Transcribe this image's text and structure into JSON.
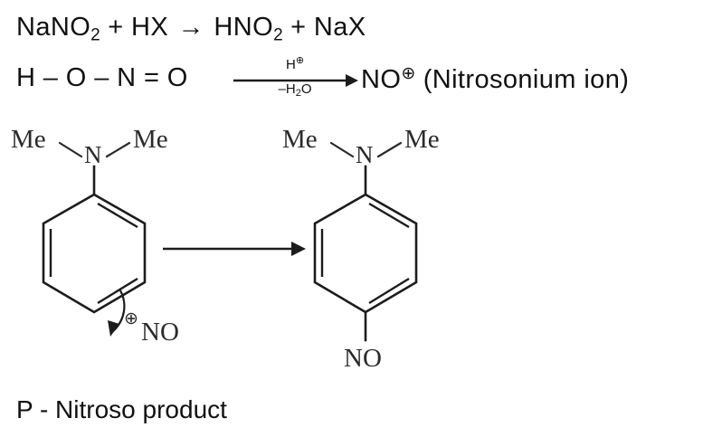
{
  "equations": {
    "line1": {
      "reactant1": "NaNO",
      "reactant1_sub": "2",
      "plus1": " + ",
      "reactant2": "HX",
      "arrow": " → ",
      "product1": "HNO",
      "product1_sub": "2",
      "plus2": " + ",
      "product2": "NaX"
    },
    "line2": {
      "reactant": "H – O – N = O",
      "condition_above": "H",
      "condition_above_charge": "⊕",
      "condition_below": "–H",
      "condition_below_sub": "2",
      "condition_below_tail": "O",
      "arrowhead": "→",
      "product": "NO",
      "product_charge": "⊕",
      "product_name": " (Nitrosonium ion)"
    }
  },
  "scheme": {
    "reactant_structure": {
      "substituent_left": "Me",
      "nitrogen": "N",
      "substituent_right": "Me",
      "attacking_species_charge": "⊕",
      "attacking_species": "NO"
    },
    "product_structure": {
      "substituent_left": "Me",
      "nitrogen": "N",
      "substituent_right": "Me",
      "para_substituent": "NO"
    }
  },
  "caption": {
    "text": "P - Nitroso product"
  },
  "colors": {
    "ink": "#1c1c1c",
    "label": "#2b2b2b",
    "background": "#ffffff"
  }
}
